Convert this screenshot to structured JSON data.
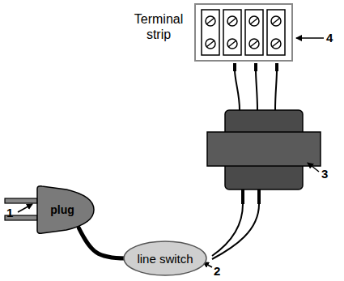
{
  "diagram": {
    "nodes": [
      {
        "text": [
          "plug"
        ]
      },
      {
        "text": [
          "line switch"
        ]
      },
      {
        "text": [
          "Terminal strip"
        ]
      }
    ],
    "edges": [
      {
        "from": 0,
        "to": 1,
        "arrow": "none"
      }
    ],
    "labels": [
      "1",
      "2",
      "3",
      "4"
    ]
  }
}
